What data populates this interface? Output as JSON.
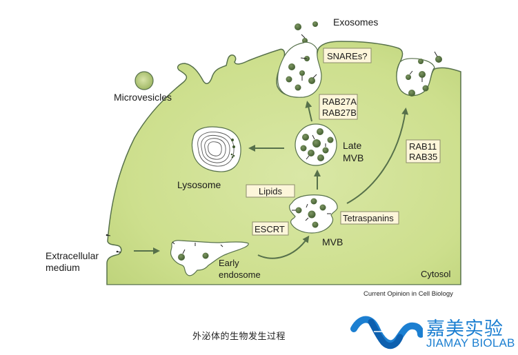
{
  "title": "外泌体的生物发生过程",
  "labels": {
    "exosomes": "Exosomes",
    "microvesicles": "Microvesicles",
    "lysosome": "Lysosome",
    "late_mvb": [
      "Late",
      "MVB"
    ],
    "mvb": "MVB",
    "extracellular_medium": [
      "Extracellular",
      "medium"
    ],
    "early_endosome": [
      "Early",
      "endosome"
    ],
    "cytosol": "Cytosol"
  },
  "boxes": {
    "snares": [
      "SNAREs?"
    ],
    "rab27": [
      "RAB27A",
      "RAB27B"
    ],
    "rab11": [
      "RAB11",
      "RAB35"
    ],
    "lipids": [
      "Lipids"
    ],
    "escrt": [
      "ESCRT"
    ],
    "tetraspanins": [
      "Tetraspanins"
    ]
  },
  "source": "Current Opinion in Cell Biology",
  "logo": {
    "name_cn": "嘉美实验",
    "name_en": "JIAMAY BIOLAB"
  },
  "colors": {
    "cytosol": "#cfe08f",
    "membrane": "#56704a",
    "vesicle": "#4e6b3a",
    "arrow": "#56704a",
    "box_fill": "#fdf6da",
    "brand_blue": "#1c7fd1"
  }
}
